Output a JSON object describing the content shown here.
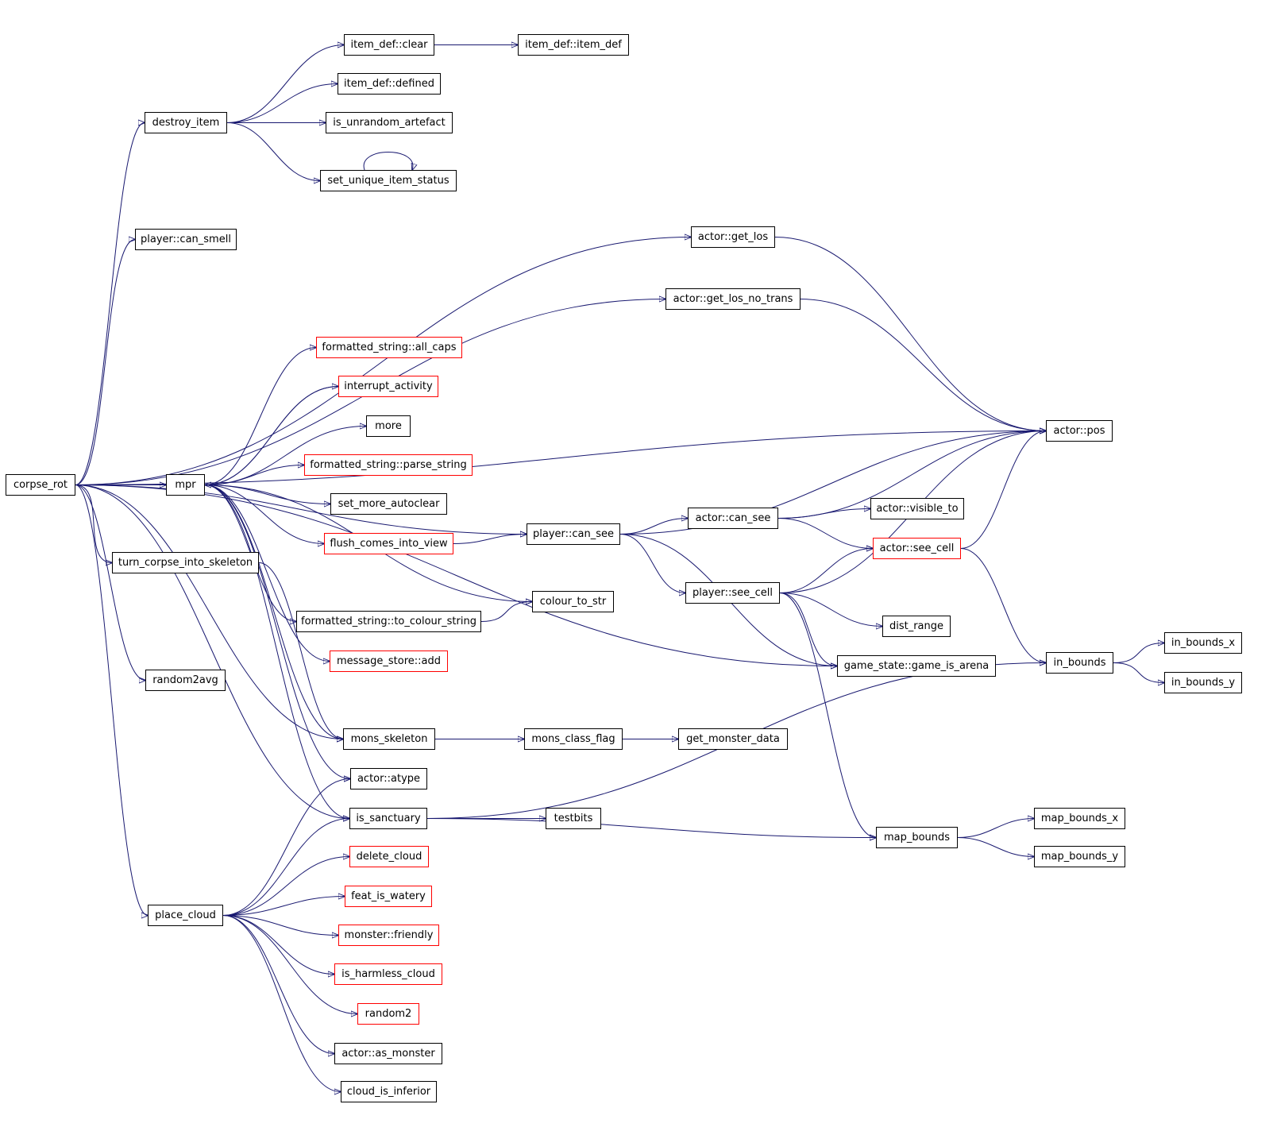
{
  "colors": {
    "edge": "#191970",
    "border": "#000000",
    "border_incomplete": "#ff0000",
    "root_fill": "#bfbfbf"
  },
  "nodes": {
    "corpse_rot": {
      "label": "corpse_rot",
      "kind": "root"
    },
    "destroy_item": {
      "label": "destroy_item",
      "kind": "normal"
    },
    "item_def_clear": {
      "label": "item_def::clear",
      "kind": "normal"
    },
    "item_def_item_def": {
      "label": "item_def::item_def",
      "kind": "normal"
    },
    "item_def_defined": {
      "label": "item_def::defined",
      "kind": "normal"
    },
    "is_unrandom_artefact": {
      "label": "is_unrandom_artefact",
      "kind": "normal"
    },
    "set_unique_item_status": {
      "label": "set_unique_item_status",
      "kind": "normal"
    },
    "player_can_smell": {
      "label": "player::can_smell",
      "kind": "normal"
    },
    "actor_get_los": {
      "label": "actor::get_los",
      "kind": "normal"
    },
    "actor_get_los_no_trans": {
      "label": "actor::get_los_no_trans",
      "kind": "normal"
    },
    "formatted_string_all_caps": {
      "label": "formatted_string::all_caps",
      "kind": "red"
    },
    "interrupt_activity": {
      "label": "interrupt_activity",
      "kind": "red"
    },
    "more": {
      "label": "more",
      "kind": "normal"
    },
    "formatted_string_parse_string": {
      "label": "formatted_string::parse_string",
      "kind": "red"
    },
    "set_more_autoclear": {
      "label": "set_more_autoclear",
      "kind": "normal"
    },
    "flush_comes_into_view": {
      "label": "flush_comes_into_view",
      "kind": "red"
    },
    "formatted_string_to_colour_string": {
      "label": "formatted_string::to_colour_string",
      "kind": "normal"
    },
    "message_store_add": {
      "label": "message_store::add",
      "kind": "red"
    },
    "mpr": {
      "label": "mpr",
      "kind": "normal"
    },
    "turn_corpse_into_skeleton": {
      "label": "turn_corpse_into_skeleton",
      "kind": "normal"
    },
    "random2avg": {
      "label": "random2avg",
      "kind": "normal"
    },
    "mons_skeleton": {
      "label": "mons_skeleton",
      "kind": "normal"
    },
    "mons_class_flag": {
      "label": "mons_class_flag",
      "kind": "normal"
    },
    "get_monster_data": {
      "label": "get_monster_data",
      "kind": "normal"
    },
    "actor_atype": {
      "label": "actor::atype",
      "kind": "normal"
    },
    "is_sanctuary": {
      "label": "is_sanctuary",
      "kind": "normal"
    },
    "testbits": {
      "label": "testbits",
      "kind": "normal"
    },
    "place_cloud": {
      "label": "place_cloud",
      "kind": "normal"
    },
    "delete_cloud": {
      "label": "delete_cloud",
      "kind": "red"
    },
    "feat_is_watery": {
      "label": "feat_is_watery",
      "kind": "red"
    },
    "monster_friendly": {
      "label": "monster::friendly",
      "kind": "red"
    },
    "is_harmless_cloud": {
      "label": "is_harmless_cloud",
      "kind": "red"
    },
    "random2": {
      "label": "random2",
      "kind": "red"
    },
    "actor_as_monster": {
      "label": "actor::as_monster",
      "kind": "normal"
    },
    "cloud_is_inferior": {
      "label": "cloud_is_inferior",
      "kind": "normal"
    },
    "player_can_see": {
      "label": "player::can_see",
      "kind": "normal"
    },
    "colour_to_str": {
      "label": "colour_to_str",
      "kind": "normal"
    },
    "actor_can_see": {
      "label": "actor::can_see",
      "kind": "normal"
    },
    "actor_visible_to": {
      "label": "actor::visible_to",
      "kind": "normal"
    },
    "actor_see_cell": {
      "label": "actor::see_cell",
      "kind": "red"
    },
    "player_see_cell": {
      "label": "player::see_cell",
      "kind": "normal"
    },
    "dist_range": {
      "label": "dist_range",
      "kind": "normal"
    },
    "game_state_game_is_arena": {
      "label": "game_state::game_is_arena",
      "kind": "normal"
    },
    "actor_pos": {
      "label": "actor::pos",
      "kind": "normal"
    },
    "in_bounds": {
      "label": "in_bounds",
      "kind": "normal"
    },
    "in_bounds_x": {
      "label": "in_bounds_x",
      "kind": "normal"
    },
    "in_bounds_y": {
      "label": "in_bounds_y",
      "kind": "normal"
    },
    "map_bounds": {
      "label": "map_bounds",
      "kind": "normal"
    },
    "map_bounds_x": {
      "label": "map_bounds_x",
      "kind": "normal"
    },
    "map_bounds_y": {
      "label": "map_bounds_y",
      "kind": "normal"
    }
  },
  "edges": [
    [
      "corpse_rot",
      "destroy_item"
    ],
    [
      "corpse_rot",
      "player_can_smell"
    ],
    [
      "corpse_rot",
      "actor_get_los"
    ],
    [
      "corpse_rot",
      "actor_get_los_no_trans"
    ],
    [
      "corpse_rot",
      "actor_pos"
    ],
    [
      "corpse_rot",
      "player_can_see"
    ],
    [
      "corpse_rot",
      "mpr"
    ],
    [
      "corpse_rot",
      "turn_corpse_into_skeleton"
    ],
    [
      "corpse_rot",
      "random2avg"
    ],
    [
      "corpse_rot",
      "place_cloud"
    ],
    [
      "corpse_rot",
      "mons_skeleton"
    ],
    [
      "corpse_rot",
      "game_state_game_is_arena"
    ],
    [
      "corpse_rot",
      "is_sanctuary"
    ],
    [
      "destroy_item",
      "item_def_clear"
    ],
    [
      "destroy_item",
      "item_def_defined"
    ],
    [
      "destroy_item",
      "is_unrandom_artefact"
    ],
    [
      "destroy_item",
      "set_unique_item_status"
    ],
    [
      "item_def_clear",
      "item_def_item_def"
    ],
    [
      "set_unique_item_status",
      "set_unique_item_status"
    ],
    [
      "mpr",
      "formatted_string_all_caps"
    ],
    [
      "mpr",
      "interrupt_activity"
    ],
    [
      "interrupt_activity",
      "mpr"
    ],
    [
      "mpr",
      "more"
    ],
    [
      "mpr",
      "formatted_string_parse_string"
    ],
    [
      "mpr",
      "set_more_autoclear"
    ],
    [
      "mpr",
      "flush_comes_into_view"
    ],
    [
      "mpr",
      "colour_to_str"
    ],
    [
      "mpr",
      "formatted_string_to_colour_string"
    ],
    [
      "mpr",
      "message_store_add"
    ],
    [
      "mpr",
      "mons_skeleton"
    ],
    [
      "mpr",
      "actor_atype"
    ],
    [
      "mpr",
      "is_sanctuary"
    ],
    [
      "flush_comes_into_view",
      "player_can_see"
    ],
    [
      "formatted_string_to_colour_string",
      "colour_to_str"
    ],
    [
      "turn_corpse_into_skeleton",
      "mons_skeleton"
    ],
    [
      "mons_skeleton",
      "mons_class_flag"
    ],
    [
      "mons_class_flag",
      "get_monster_data"
    ],
    [
      "is_sanctuary",
      "testbits"
    ],
    [
      "is_sanctuary",
      "in_bounds"
    ],
    [
      "is_sanctuary",
      "map_bounds"
    ],
    [
      "place_cloud",
      "actor_atype"
    ],
    [
      "place_cloud",
      "is_sanctuary"
    ],
    [
      "place_cloud",
      "delete_cloud"
    ],
    [
      "place_cloud",
      "feat_is_watery"
    ],
    [
      "place_cloud",
      "monster_friendly"
    ],
    [
      "place_cloud",
      "is_harmless_cloud"
    ],
    [
      "place_cloud",
      "random2"
    ],
    [
      "place_cloud",
      "actor_as_monster"
    ],
    [
      "place_cloud",
      "cloud_is_inferior"
    ],
    [
      "actor_get_los",
      "actor_pos"
    ],
    [
      "actor_get_los_no_trans",
      "actor_pos"
    ],
    [
      "player_can_see",
      "actor_pos"
    ],
    [
      "player_can_see",
      "actor_can_see"
    ],
    [
      "player_can_see",
      "player_see_cell"
    ],
    [
      "player_can_see",
      "game_state_game_is_arena"
    ],
    [
      "actor_can_see",
      "actor_pos"
    ],
    [
      "actor_can_see",
      "actor_visible_to"
    ],
    [
      "actor_can_see",
      "actor_see_cell"
    ],
    [
      "actor_see_cell",
      "actor_pos"
    ],
    [
      "actor_see_cell",
      "in_bounds"
    ],
    [
      "player_see_cell",
      "actor_see_cell"
    ],
    [
      "player_see_cell",
      "actor_pos"
    ],
    [
      "player_see_cell",
      "dist_range"
    ],
    [
      "player_see_cell",
      "game_state_game_is_arena"
    ],
    [
      "player_see_cell",
      "map_bounds"
    ],
    [
      "in_bounds",
      "in_bounds_x"
    ],
    [
      "in_bounds",
      "in_bounds_y"
    ],
    [
      "map_bounds",
      "map_bounds_x"
    ],
    [
      "map_bounds",
      "map_bounds_y"
    ]
  ]
}
